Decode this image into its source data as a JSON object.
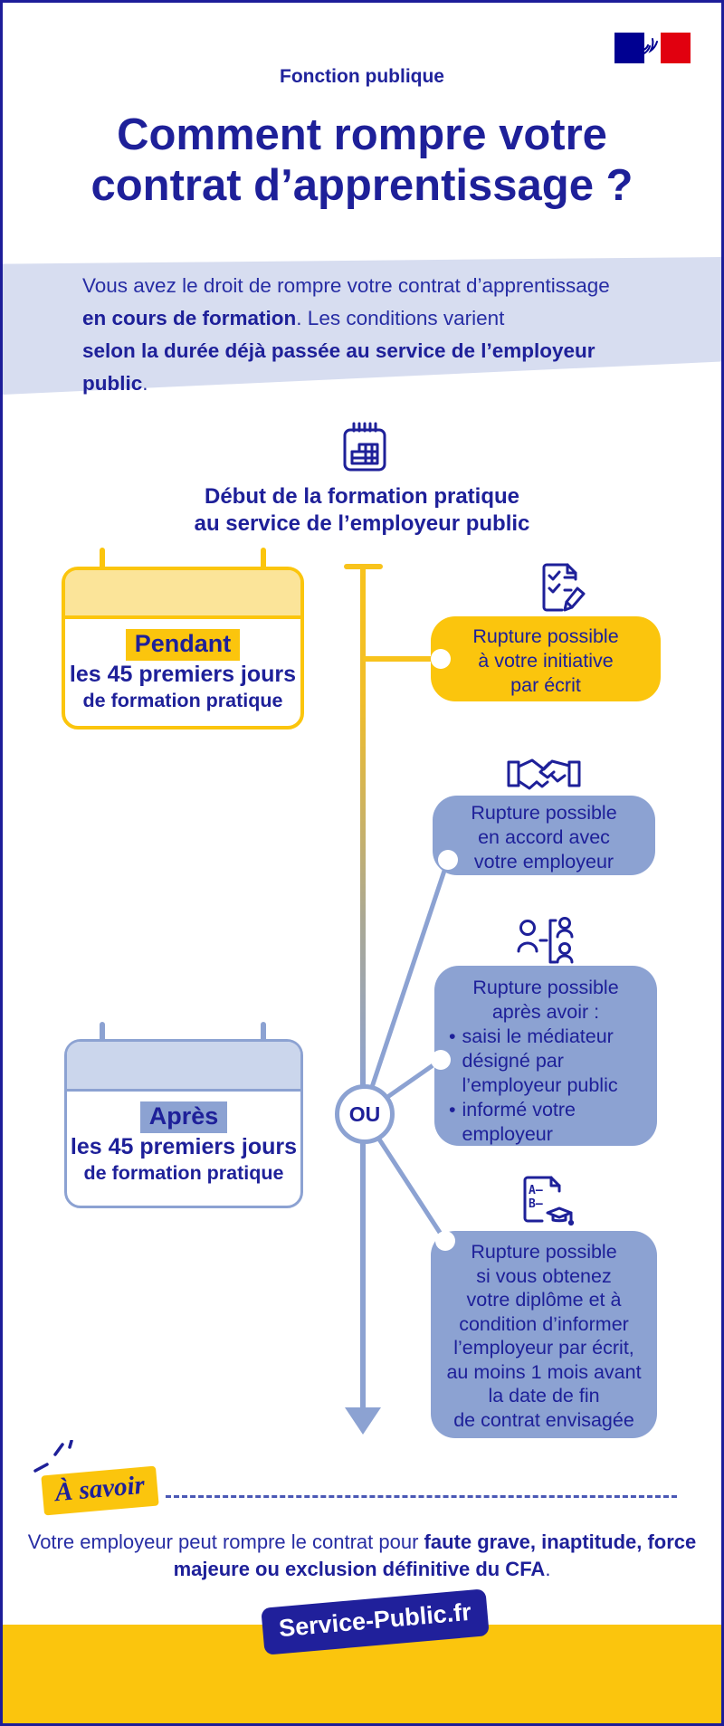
{
  "header": {
    "brand": "Fonction publique",
    "title_line1": "Comment rompre votre",
    "title_line2": "contrat d’apprentissage ?"
  },
  "intro": {
    "line1": "Vous avez le droit de rompre votre contrat d’apprentissage",
    "line2_bold": "en cours de formation",
    "line2_rest": ". Les conditions varient",
    "line3_bold": "selon la durée déjà passée au service de l’employeur public",
    "line3_rest": "."
  },
  "timeline": {
    "start_line1": "Début de la formation pratique",
    "start_line2": "au service de l’employeur public",
    "or_label": "OU"
  },
  "cards": {
    "pendant": {
      "highlight": "Pendant",
      "line1": "les 45 premiers jours",
      "line2": "de formation pratique"
    },
    "apres": {
      "highlight": "Après",
      "line1": "les 45 premiers jours",
      "line2": "de formation pratique"
    }
  },
  "outcomes": {
    "initiative": {
      "lines": [
        "Rupture possible",
        "à votre initiative",
        "par écrit"
      ]
    },
    "accord": {
      "lines": [
        "Rupture possible",
        "en accord avec",
        "votre employeur"
      ]
    },
    "mediateur": {
      "intro1": "Rupture possible",
      "intro2": "après avoir :",
      "bullet_char": "•",
      "bullets": [
        "saisi le médiateur désigné par l’employeur public",
        "informé votre employeur"
      ]
    },
    "diplome": {
      "lines": [
        "Rupture possible",
        "si vous obtenez",
        "votre diplôme et à",
        "condition d’informer",
        "l’employeur par écrit,",
        "au moins 1 mois avant",
        "la date de fin",
        "de contrat envisagée"
      ]
    }
  },
  "icons": {
    "diploma": {
      "glyph_a": "A–",
      "glyph_b": "B–"
    }
  },
  "note": {
    "chip": "À savoir",
    "text": "Votre employeur peut rompre le contrat pour ",
    "text_bold": "faute grave, inaptitude, force majeure ou exclusion définitive du CFA",
    "text_end": "."
  },
  "footer": {
    "badge": "Service-Public.fr"
  },
  "colors": {
    "navy": "#1e2099",
    "yellow": "#fbc50d",
    "light_yellow": "#fbe499",
    "periwinkle": "#8ca2d2",
    "light_periwinkle": "#cbd6ec",
    "intro_band": "#d7ddf0",
    "flag_blue": "#000091",
    "flag_red": "#e1000f",
    "badge_navy": "#20209b"
  }
}
